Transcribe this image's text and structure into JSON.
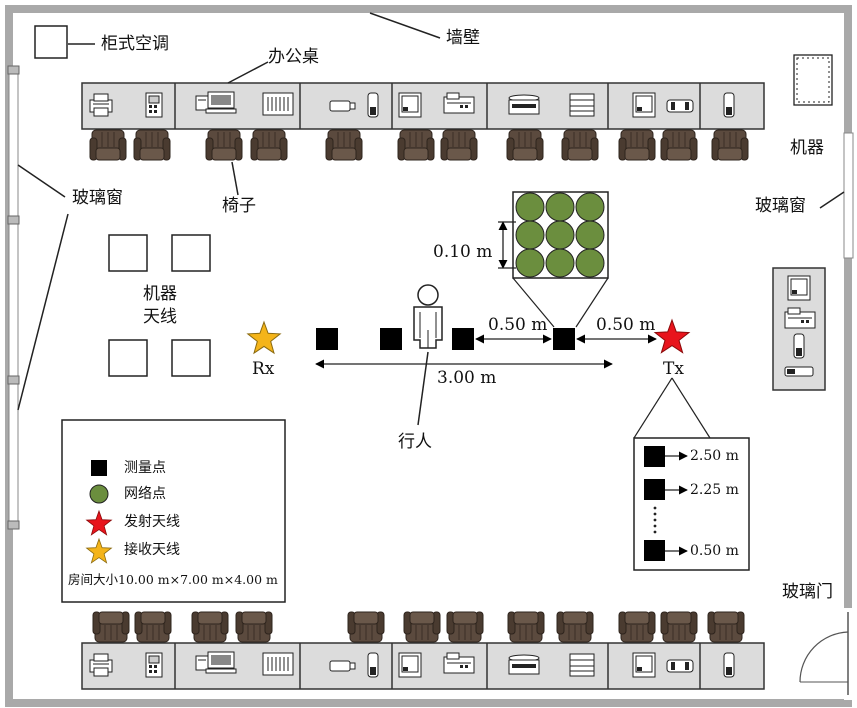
{
  "labels": {
    "ac": "柜式空调",
    "wall": "墙壁",
    "desk": "办公桌",
    "machine": "机器",
    "window_left": "玻璃窗",
    "window_right": "玻璃窗",
    "chair": "椅子",
    "machine_antenna_1": "机器",
    "machine_antenna_2": "天线",
    "rx": "Rx",
    "tx": "Tx",
    "pedestrian": "行人",
    "glass_door": "玻璃门"
  },
  "dims": {
    "grid_spacing": "0.10 m",
    "gap_left": "0.50 m",
    "gap_right": "0.50 m",
    "span": "3.00 m",
    "heights": [
      "2.50 m",
      "2.25 m",
      "0.50 m"
    ]
  },
  "legend": {
    "measure_point": "测量点",
    "grid_point": "网络点",
    "tx_antenna": "发射天线",
    "rx_antenna": "接收天线",
    "room_size": "房间大小10.00 m×7.00 m×4.00 m"
  },
  "colors": {
    "wall": "#a9a9a9",
    "desk": "#dcdcdc",
    "chair": "#5b4a3e",
    "grid_point": "#6b8e3e",
    "tx_star": "#e8141c",
    "rx_star": "#f4b41a",
    "measure_point": "#000000"
  },
  "icons": [
    "printer-icon",
    "phone-icon",
    "monitor-icon",
    "radio-icon",
    "scanner-icon",
    "copier-icon",
    "flash-drive-icon",
    "cabinet-icon"
  ]
}
